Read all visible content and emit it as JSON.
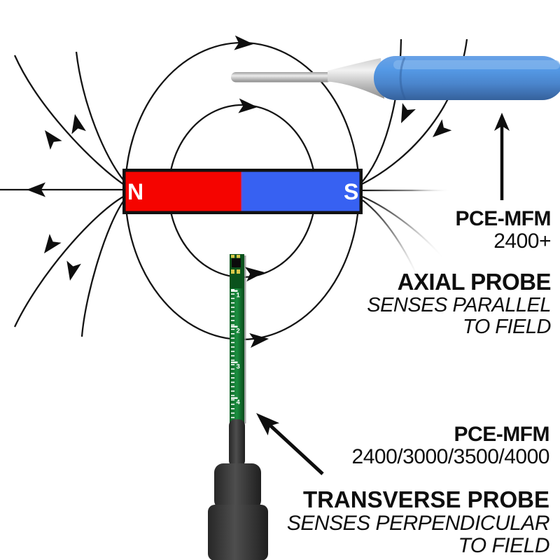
{
  "magnet": {
    "north_label": "N",
    "south_label": "S"
  },
  "ruler": {
    "marks": [
      "1",
      "2",
      "3",
      "4"
    ]
  },
  "annotations": {
    "axial_meter_name": "PCE-MFM",
    "axial_meter_models": "2400+",
    "axial_probe_title": "AXIAL PROBE",
    "axial_probe_desc_line1": "SENSES PARALLEL",
    "axial_probe_desc_line2": "TO FIELD",
    "transverse_meter_name": "PCE-MFM",
    "transverse_meter_models": "2400/3000/3500/4000",
    "transverse_probe_title": "TRANSVERSE PROBE",
    "transverse_probe_desc_line1": "SENSES PERPENDICULAR",
    "transverse_probe_desc_line2": "TO FIELD"
  },
  "colors": {
    "north_pole_red": "#f50400",
    "south_pole_blue": "#3761f2",
    "field_line_black": "#141414",
    "axial_probe_blue": "#559ae6",
    "pcb_green": "#17823a",
    "handle_gray": "#3a3a3a"
  }
}
